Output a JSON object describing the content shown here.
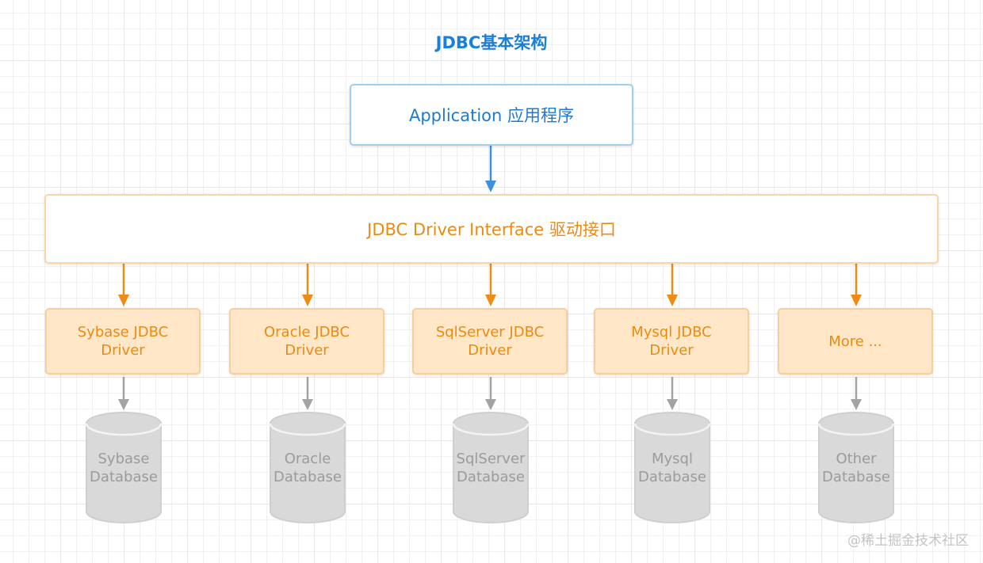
{
  "title": "JDBC基本架构",
  "application": "Application 应用程序",
  "interface": "JDBC Driver Interface 驱动接口",
  "drivers": [
    {
      "line1": "Sybase JDBC",
      "line2": "Driver"
    },
    {
      "line1": "Oracle JDBC",
      "line2": "Driver"
    },
    {
      "line1": "SqlServer JDBC",
      "line2": "Driver"
    },
    {
      "line1": "Mysql JDBC",
      "line2": "Driver"
    },
    {
      "line1": "More ...",
      "line2": ""
    }
  ],
  "databases": [
    {
      "line1": "Sybase",
      "line2": "Database"
    },
    {
      "line1": "Oracle",
      "line2": "Database"
    },
    {
      "line1": "SqlServer",
      "line2": "Database"
    },
    {
      "line1": "Mysql",
      "line2": "Database"
    },
    {
      "line1": "Other",
      "line2": "Database"
    }
  ],
  "watermark": "@稀土掘金技术社区",
  "colors": {
    "title": "#1a7fd6",
    "application_border": "#9fd0ef",
    "application_text": "#1f7ad2",
    "arrow_blue": "#3d8fe0",
    "orange_text": "#ec8a12",
    "arrow_orange": "#ef8a12",
    "driver_fill": "#ffe7c7",
    "arrow_gray": "#a3a3a3",
    "database_fill": "#d9d9d9",
    "database_text": "#9b9b9b"
  }
}
